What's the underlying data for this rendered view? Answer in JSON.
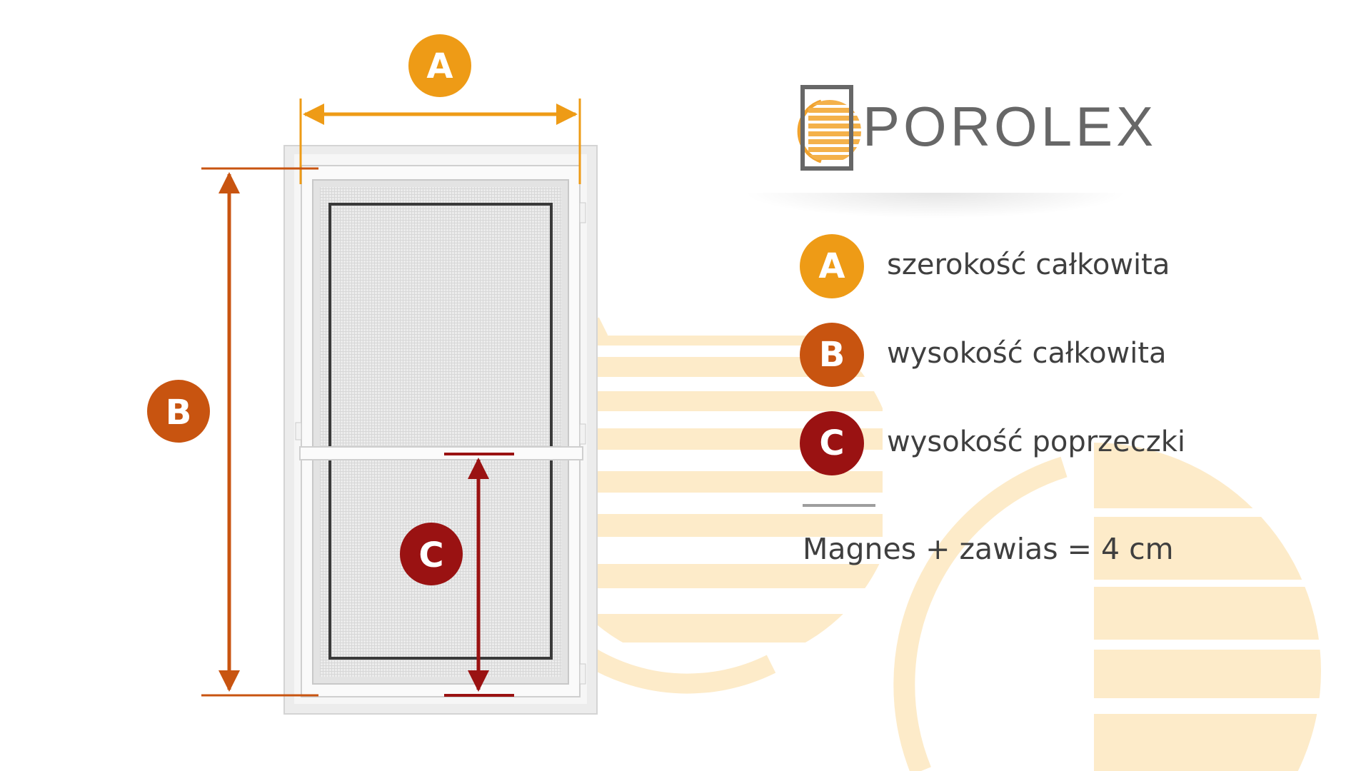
{
  "brand": {
    "name": "POROLEX",
    "text_color": "#676767",
    "icon": "window-sun-logo-icon"
  },
  "colors": {
    "a": "#ee9b16",
    "b": "#c85410",
    "c": "#9a1212",
    "sun_decor": "#fdebc9",
    "frame": "#f3f3f3",
    "mesh": "#e9e9e9"
  },
  "dimensions": {
    "a": {
      "label": "A",
      "color": "#ee9b16",
      "description": "szerokość całkowita"
    },
    "b": {
      "label": "B",
      "color": "#c85410",
      "description": "wysokość całkowita"
    },
    "c": {
      "label": "C",
      "color": "#9a1212",
      "description": "wysokość poprzeczki"
    }
  },
  "legend": [
    {
      "label": "A",
      "color": "#ee9b16",
      "text": "szerokość całkowita"
    },
    {
      "label": "B",
      "color": "#c85410",
      "text": "wysokość całkowita"
    },
    {
      "label": "C",
      "color": "#9a1212",
      "text": "wysokość poprzeczki"
    }
  ],
  "note": "Magnes + zawias = 4 cm"
}
